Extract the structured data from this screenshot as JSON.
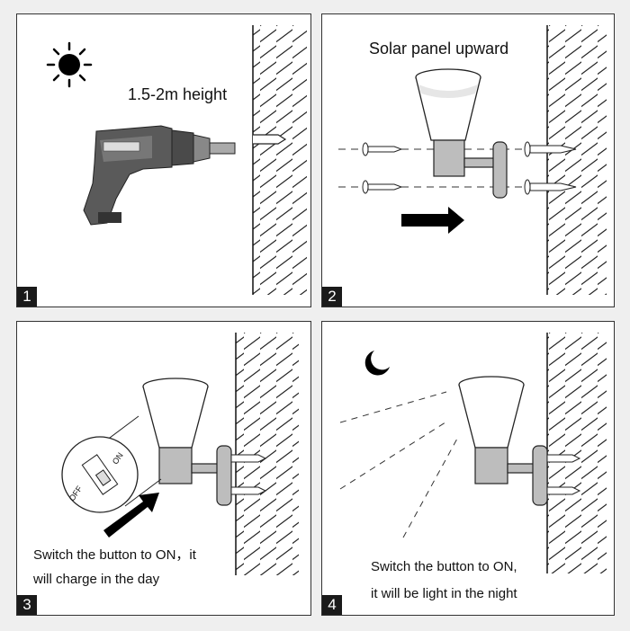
{
  "steps": [
    {
      "number": "1",
      "caption": "1.5-2m height"
    },
    {
      "number": "2",
      "caption": "Solar panel upward"
    },
    {
      "number": "3",
      "caption_line1": "Switch the button to ON，it",
      "caption_line2": "will charge in the day",
      "switch_on": "ON",
      "switch_off": "OFF"
    },
    {
      "number": "4",
      "caption_line1": "Switch the button to ON,",
      "caption_line2": "it will be light in the night"
    }
  ],
  "icons": {
    "sun": "sun-icon",
    "moon": "moon-icon",
    "drill": "drill-icon",
    "arrow": "arrow-right-icon"
  }
}
